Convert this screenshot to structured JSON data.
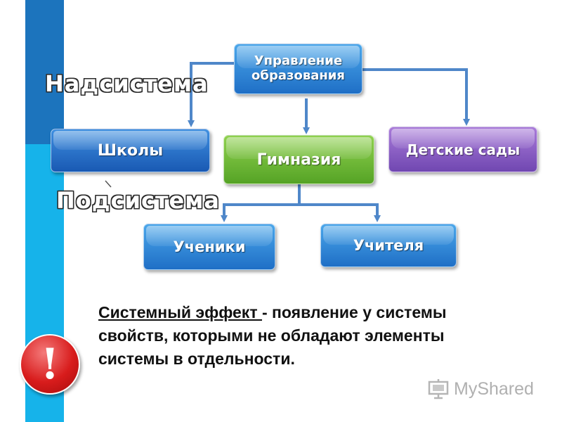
{
  "diagram": {
    "nodes": {
      "management": "Управление образования",
      "schools": "Школы",
      "gymnasium": "Гимназия",
      "kindergartens": "Детские сады",
      "students": "Ученики",
      "teachers": "Учителя"
    },
    "labels": {
      "supersystem": "Надсистема",
      "subsystem": "Подсистема"
    },
    "edges": [
      [
        "management",
        "schools"
      ],
      [
        "management",
        "gymnasium"
      ],
      [
        "management",
        "kindergartens"
      ],
      [
        "gymnasium",
        "students"
      ],
      [
        "gymnasium",
        "teachers"
      ]
    ]
  },
  "definition": {
    "term": "Системный эффект ",
    "text": "- появление у системы свойств, которыми не обладают элементы системы в отдельности."
  },
  "exclamation": "!",
  "watermark": "MyShared",
  "colors": {
    "arrow": "#4f87c9",
    "left_bar_top": "#1c74bd",
    "left_bar_bottom": "#16b3ea",
    "exclamation_red": "#d81c1c"
  }
}
